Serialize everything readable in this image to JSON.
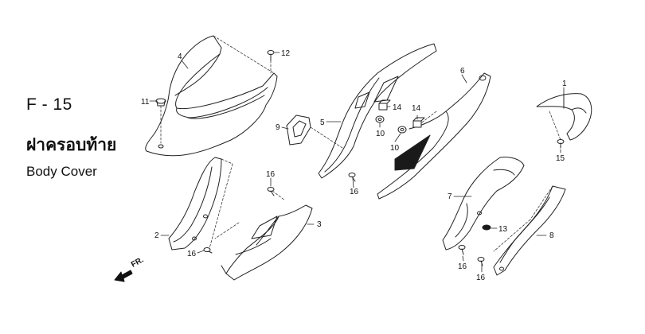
{
  "header": {
    "figure_code": "F - 15",
    "title_thai": "ฝาครอบท้าย",
    "title_english": "Body Cover"
  },
  "direction": {
    "label": "FR."
  },
  "callouts": [
    {
      "id": "c1",
      "label": "1"
    },
    {
      "id": "c2",
      "label": "2"
    },
    {
      "id": "c3",
      "label": "3"
    },
    {
      "id": "c4",
      "label": "4"
    },
    {
      "id": "c5",
      "label": "5"
    },
    {
      "id": "c6",
      "label": "6"
    },
    {
      "id": "c7",
      "label": "7"
    },
    {
      "id": "c8",
      "label": "8"
    },
    {
      "id": "c9",
      "label": "9"
    },
    {
      "id": "c10a",
      "label": "10"
    },
    {
      "id": "c10b",
      "label": "10"
    },
    {
      "id": "c11",
      "label": "11"
    },
    {
      "id": "c12",
      "label": "12"
    },
    {
      "id": "c13",
      "label": "13"
    },
    {
      "id": "c14a",
      "label": "14"
    },
    {
      "id": "c14b",
      "label": "14"
    },
    {
      "id": "c15",
      "label": "15"
    },
    {
      "id": "c16a",
      "label": "16"
    },
    {
      "id": "c16b",
      "label": "16"
    },
    {
      "id": "c16c",
      "label": "16"
    },
    {
      "id": "c16d",
      "label": "16"
    },
    {
      "id": "c16e",
      "label": "16"
    }
  ]
}
